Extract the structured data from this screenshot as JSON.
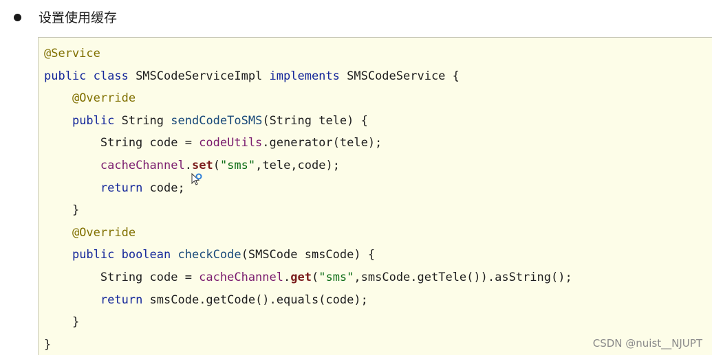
{
  "bullet": {
    "text": "设置使用缓存"
  },
  "code": {
    "lines": [
      [
        {
          "t": "@Service",
          "c": "ann"
        }
      ],
      [
        {
          "t": "public class ",
          "c": "kw"
        },
        {
          "t": "SMSCodeServiceImpl ",
          "c": "plain"
        },
        {
          "t": "implements ",
          "c": "kw"
        },
        {
          "t": "SMSCodeService {",
          "c": "plain"
        }
      ],
      [
        {
          "t": "    ",
          "c": "plain"
        },
        {
          "t": "@Override",
          "c": "ann"
        }
      ],
      [
        {
          "t": "    ",
          "c": "plain"
        },
        {
          "t": "public ",
          "c": "kw"
        },
        {
          "t": "String ",
          "c": "plain"
        },
        {
          "t": "sendCodeToSMS",
          "c": "mth"
        },
        {
          "t": "(String tele) {",
          "c": "plain"
        }
      ],
      [
        {
          "t": "        String code = ",
          "c": "plain"
        },
        {
          "t": "codeUtils",
          "c": "fld"
        },
        {
          "t": ".generator(tele);",
          "c": "plain"
        }
      ],
      [
        {
          "t": "        ",
          "c": "plain"
        },
        {
          "t": "cacheChannel",
          "c": "fld"
        },
        {
          "t": ".",
          "c": "plain"
        },
        {
          "t": "set",
          "c": "bold-mth"
        },
        {
          "t": "(",
          "c": "plain"
        },
        {
          "t": "\"sms\"",
          "c": "str"
        },
        {
          "t": ",tele,code);",
          "c": "plain"
        }
      ],
      [
        {
          "t": "        ",
          "c": "plain"
        },
        {
          "t": "return ",
          "c": "kw"
        },
        {
          "t": "code;",
          "c": "plain"
        }
      ],
      [
        {
          "t": "    }",
          "c": "plain"
        }
      ],
      [
        {
          "t": "    ",
          "c": "plain"
        },
        {
          "t": "@Override",
          "c": "ann"
        }
      ],
      [
        {
          "t": "    ",
          "c": "plain"
        },
        {
          "t": "public boolean ",
          "c": "kw"
        },
        {
          "t": "checkCode",
          "c": "mth"
        },
        {
          "t": "(SMSCode smsCode) {",
          "c": "plain"
        }
      ],
      [
        {
          "t": "        String code = ",
          "c": "plain"
        },
        {
          "t": "cacheChannel",
          "c": "fld"
        },
        {
          "t": ".",
          "c": "plain"
        },
        {
          "t": "get",
          "c": "bold-mth"
        },
        {
          "t": "(",
          "c": "plain"
        },
        {
          "t": "\"sms\"",
          "c": "str"
        },
        {
          "t": ",smsCode.getTele()).asString();",
          "c": "plain"
        }
      ],
      [
        {
          "t": "        ",
          "c": "plain"
        },
        {
          "t": "return ",
          "c": "kw"
        },
        {
          "t": "smsCode.getCode().equals(code);",
          "c": "plain"
        }
      ],
      [
        {
          "t": "    }",
          "c": "plain"
        }
      ],
      [
        {
          "t": "}",
          "c": "plain"
        }
      ]
    ]
  },
  "watermark": "CSDN @nuist__NJUPT",
  "colors": {
    "code_background": "#fdfde8",
    "keyword": "#14279a",
    "annotation": "#807000",
    "field": "#7a1b6e",
    "string": "#0a6b14"
  },
  "icons": {
    "cursor": "busy-pointer-icon"
  }
}
